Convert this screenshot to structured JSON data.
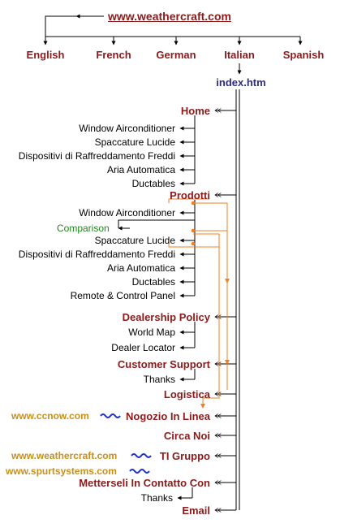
{
  "site_url": "www.weathercraft.com",
  "languages": [
    "English",
    "French",
    "German",
    "Italian",
    "Spanish"
  ],
  "index_page": "index.htm",
  "sections": {
    "home": {
      "label": "Home",
      "items": [
        "Window Airconditioner",
        "Spaccature Lucide",
        "Dispositivi di Raffreddamento Freddi",
        "Aria Automatica",
        "Ductables"
      ]
    },
    "prodotti": {
      "label": "Prodotti",
      "items": [
        "Window Airconditioner",
        "Spaccature Lucide",
        "Dispositivi di Raffreddamento Freddi",
        "Aria Automatica",
        "Ductables",
        "Remote  & Control Panel"
      ],
      "comparison": "Comparison"
    },
    "dealership": {
      "label": "Dealership Policy",
      "items": [
        "World Map",
        "Dealer Locator"
      ]
    },
    "support": {
      "label": "Customer Support",
      "items": [
        "Thanks"
      ]
    },
    "logistica": {
      "label": "Logistica"
    },
    "nogozio": {
      "label": "Nogozio In Linea",
      "external": "www.ccnow.com"
    },
    "circa": {
      "label": "Circa Noi"
    },
    "gruppo": {
      "label": "TI Gruppo",
      "external": "www.weathercraft.com"
    },
    "contatto": {
      "label": "Metterseli In Contatto Con",
      "external": "www.spurtsystems.com",
      "items": [
        "Thanks"
      ]
    },
    "email": {
      "label": "Email"
    }
  },
  "colors": {
    "section_text": "#8b1a1a",
    "index_text": "#2b2b8f",
    "comparison_text": "#1a8a1a",
    "external_text": "#c8901a",
    "connector_line": "#000000",
    "flow_line": "#f08020",
    "wave": "#2233cc"
  }
}
